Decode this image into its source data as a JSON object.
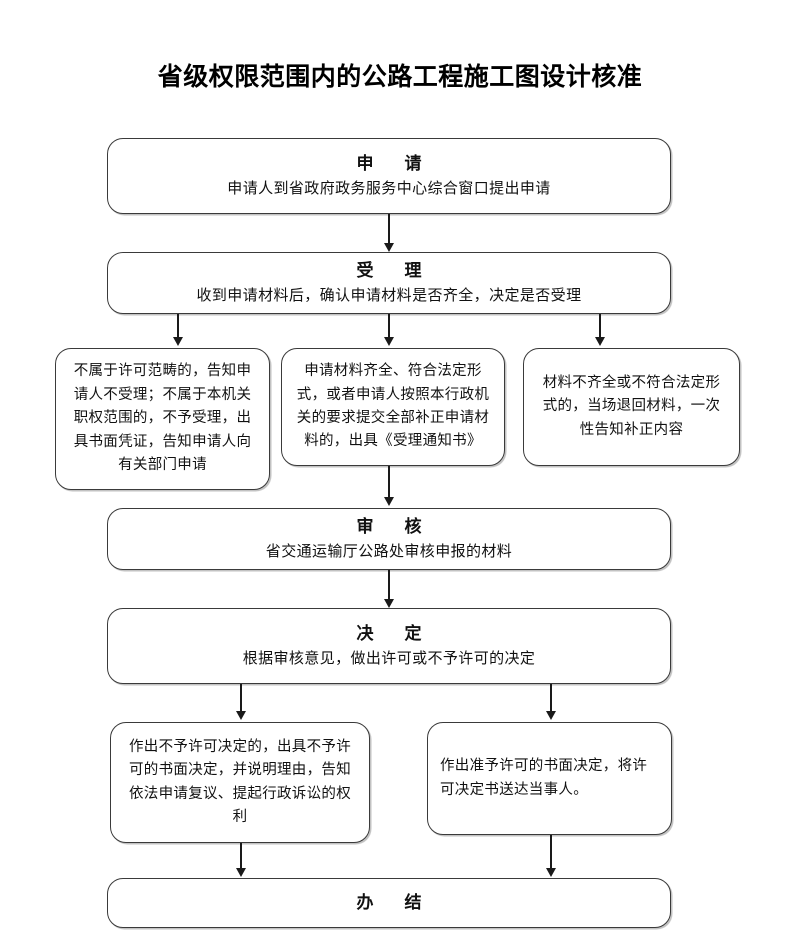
{
  "document": {
    "title": "省级权限范围内的公路工程施工图设计核准"
  },
  "flow": {
    "type": "flowchart",
    "orientation": "top-to-bottom",
    "nodes": [
      {
        "id": "apply",
        "head": "申　请",
        "body": "申请人到省政府政务服务中心综合窗口提出申请"
      },
      {
        "id": "accept",
        "head": "受　理",
        "body": "收到申请材料后，确认申请材料是否齐全，决定是否受理"
      },
      {
        "id": "not-in-scope",
        "head": "",
        "body": "不属于许可范畴的，告知申请人不受理；不属于本机关职权范围的，不予受理，出具书面凭证，告知申请人向有关部门申请"
      },
      {
        "id": "materials-complete",
        "head": "",
        "body": "申请材料齐全、符合法定形式，或者申请人按照本行政机关的要求提交全部补正申请材料的，出具《受理通知书》"
      },
      {
        "id": "materials-incomplete",
        "head": "",
        "body": "材料不齐全或不符合法定形式的，当场退回材料，一次性告知补正内容"
      },
      {
        "id": "review",
        "head": "审　核",
        "body": "省交通运输厅公路处审核申报的材料"
      },
      {
        "id": "decision",
        "head": "决　定",
        "body": "根据审核意见，做出许可或不予许可的决定"
      },
      {
        "id": "denied",
        "head": "",
        "body": "作出不予许可决定的，出具不予许可的书面决定，并说明理由，告知依法申请复议、提起行政诉讼的权利"
      },
      {
        "id": "granted",
        "head": "",
        "body": "作出准予许可的书面决定，将许可决定书送达当事人。"
      },
      {
        "id": "complete",
        "head": "办　结",
        "body": ""
      }
    ],
    "edges": [
      {
        "from": "apply",
        "to": "accept"
      },
      {
        "from": "accept",
        "to": "not-in-scope"
      },
      {
        "from": "accept",
        "to": "materials-complete"
      },
      {
        "from": "accept",
        "to": "materials-incomplete"
      },
      {
        "from": "materials-complete",
        "to": "review"
      },
      {
        "from": "review",
        "to": "decision"
      },
      {
        "from": "decision",
        "to": "denied"
      },
      {
        "from": "decision",
        "to": "granted"
      },
      {
        "from": "denied",
        "to": "complete"
      },
      {
        "from": "granted",
        "to": "complete"
      }
    ]
  },
  "colors": {
    "background": "#ffffff",
    "border": "#3a3a3a",
    "text": "#111111",
    "connector": "#1a1a1a"
  }
}
